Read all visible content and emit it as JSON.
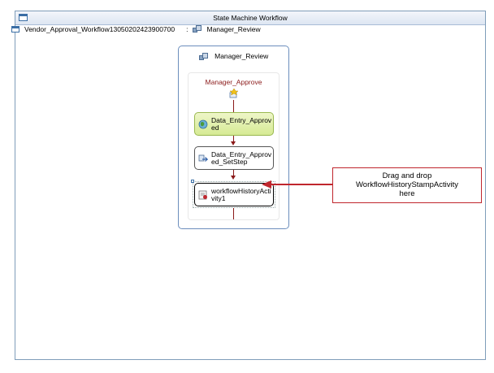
{
  "window": {
    "title": "State Machine Workflow"
  },
  "breadcrumb": {
    "workflow_name": "Vendor_Approval_Workflow13050202423900700",
    "separator": ":",
    "state_name": "Manager_Review"
  },
  "state": {
    "title": "Manager_Review",
    "event_driven": {
      "title": "Manager_Approve",
      "activities": [
        {
          "label": "Data_Entry_Approved",
          "icon": "green-globe-icon"
        },
        {
          "label": "Data_Entry_Approved_SetStep",
          "icon": "set-state-icon"
        },
        {
          "label": "workflowHistoryActivity1",
          "icon": "history-activity-icon"
        }
      ]
    }
  },
  "callout": {
    "lines": [
      "Drag and drop",
      "WorkflowHistoryStampActivity",
      "here"
    ],
    "color": "#c0262d"
  },
  "colors": {
    "event_title": "#8b1a1a",
    "accent": "#6c8ebd"
  }
}
